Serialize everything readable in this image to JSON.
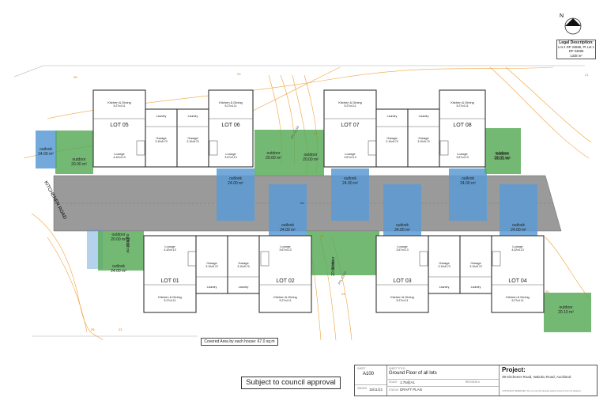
{
  "north_label": "N",
  "legal": {
    "heading": "Legal Description:",
    "line1": "Lot 2 DP 34686, Pt Lot 1",
    "line2": "DP 34686",
    "area": "1338 m²"
  },
  "road_label": "KITCHENER ROAD",
  "road_mark": "8m",
  "contours": [
    "25",
    "22",
    "23",
    "25",
    "24",
    "23",
    "21",
    "20",
    "28"
  ],
  "contour_labels": [
    "FFL 13.50",
    "FFL 13.50"
  ],
  "lots": [
    {
      "id": "LOT 05",
      "kitchen": "Kitchen & Dining",
      "kitchen_area": "5.27x4.11",
      "lounge": "Lounge",
      "lounge_area": "4.42x4.13",
      "garage": "Garage",
      "garage_area": "3.10x5.70",
      "laundry": "Laundry"
    },
    {
      "id": "LOT 06",
      "kitchen": "Kitchen & Dining",
      "kitchen_area": "5.27x4.11",
      "lounge": "Lounge",
      "lounge_area": "3.67x4.13",
      "garage": "Garage",
      "garage_area": "3.10x5.70",
      "laundry": "Laundry"
    },
    {
      "id": "LOT 07",
      "kitchen": "Kitchen & Dining",
      "kitchen_area": "5.27x4.11",
      "lounge": "Lounge",
      "lounge_area": "3.67x4.13",
      "garage": "Garage",
      "garage_area": "3.10x5.70",
      "laundry": "Laundry"
    },
    {
      "id": "LOT 08",
      "kitchen": "Kitchen & Dining",
      "kitchen_area": "5.27x4.11",
      "lounge": "Lounge",
      "lounge_area": "3.67x4.13",
      "garage": "Garage",
      "garage_area": "3.10x5.70",
      "laundry": "Laundry"
    },
    {
      "id": "LOT 01",
      "kitchen": "Kitchen & Dining",
      "kitchen_area": "5.27x4.11",
      "lounge": "Lounge",
      "lounge_area": "4.42x4.13",
      "garage": "Garage",
      "garage_area": "3.10x5.70",
      "laundry": "Laundry"
    },
    {
      "id": "LOT 02",
      "kitchen": "Kitchen & Dining",
      "kitchen_area": "5.27x4.11",
      "lounge": "Lounge",
      "lounge_area": "3.67x4.13",
      "garage": "Garage",
      "garage_area": "3.10x5.70",
      "laundry": "Laundry"
    },
    {
      "id": "LOT 03",
      "kitchen": "Kitchen & Dining",
      "kitchen_area": "5.27x4.11",
      "lounge": "Lounge",
      "lounge_area": "3.67x4.13",
      "garage": "Garage",
      "garage_area": "3.10x5.70",
      "laundry": "Laundry"
    },
    {
      "id": "LOT 04",
      "kitchen": "Kitchen & Dining",
      "kitchen_area": "5.27x4.11",
      "lounge": "Lounge",
      "lounge_area": "4.42x4.13",
      "garage": "Garage",
      "garage_area": "3.10x5.70",
      "laundry": "Laundry"
    }
  ],
  "outdoor_areas": [
    {
      "label": "outdoor",
      "area": "20.00 m²"
    },
    {
      "label": "outdoor",
      "area": "20.00 m²"
    },
    {
      "label": "outdoor",
      "area": "20.00 m²"
    },
    {
      "label": "outdoor",
      "area": "20.00 m²"
    },
    {
      "label": "outdoor",
      "area": "20.21 m²"
    },
    {
      "label": "outdoor",
      "area": "20.00 m²"
    },
    {
      "label": "outdoor",
      "area": "20.00 m²"
    },
    {
      "label": "outdoor",
      "area": "20.00 m²"
    },
    {
      "label": "outdoor",
      "area": "20.10 m²"
    }
  ],
  "outlook_areas": [
    {
      "label": "outlook",
      "area": "24.00 m²"
    },
    {
      "label": "outlook",
      "area": "24.00 m²"
    },
    {
      "label": "outlook",
      "area": "24.00 m²"
    },
    {
      "label": "outlook",
      "area": "24.00 m²"
    },
    {
      "label": "outlook",
      "area": "24.00 m²"
    },
    {
      "label": "outlook",
      "area": "24.00 m²"
    },
    {
      "label": "outlook",
      "area": "24.00 m²"
    },
    {
      "label": "outlook",
      "area": "24.00 m²"
    }
  ],
  "covered_note": "Covered Area by each house: 67.0 sq.m",
  "council_note": "Subject to council approval",
  "title_block": {
    "sheet_label": "SHEET",
    "sheet": "A100",
    "title_label": "SHEET TITLE:",
    "title": "Ground Floor of all lots",
    "scale_label": "SCALE",
    "scale": "1:75@A1",
    "revision_label": "REVISION #",
    "revision": "",
    "issued_label": "ISSUED",
    "issued": "15/11/21",
    "status_label": "STATUS",
    "status": "DRAFT PLAN",
    "project_label": "Project:",
    "project": "39 Kitchener Road, Waiuku Road, Auckland",
    "copyright": "COPYRIGHT RESERVED. Do not copy this drawing without consent from the designer."
  },
  "colors": {
    "road": "#9a9a9a",
    "outlook": "#5b9bd5",
    "outdoor": "#5aab5a",
    "contour": "#f0a23c",
    "wall": "#333333"
  }
}
